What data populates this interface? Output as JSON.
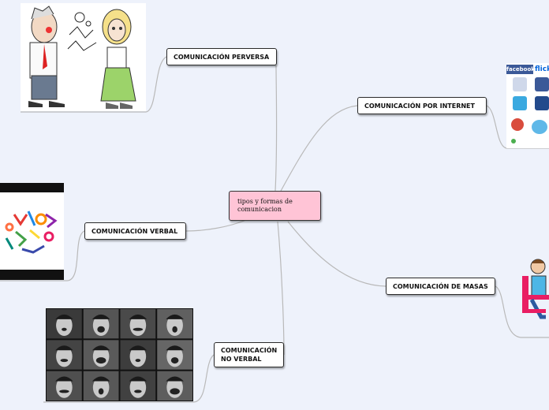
{
  "central": {
    "label": "tipos y formas de comunicacion"
  },
  "branches": {
    "perversa": "COMUNICACIÓN PERVERSA",
    "internet": "COMUNICACIÓN POR INTERNET",
    "verbal": "COMUNICACIÓN VERBAL",
    "masas": "COMUNICACIÓN DE MASAS",
    "no_verbal": "COMUNICACIÓN NO VERBAL"
  },
  "images": {
    "internet_logos": [
      "facebook",
      "flickr"
    ]
  },
  "colors": {
    "background": "#eef2fb",
    "central_fill": "#ffc4d6",
    "connector": "#b9b9b9"
  }
}
